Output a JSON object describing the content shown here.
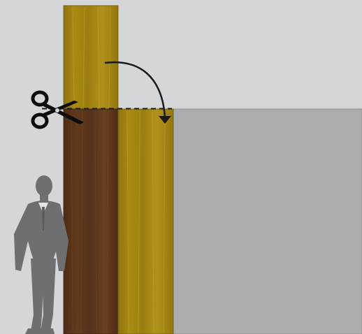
{
  "diagram": {
    "description_text": "",
    "elements": [
      {
        "name": "background-wall",
        "color": "#d5d6d8"
      },
      {
        "name": "gray-panel",
        "color": "#acadb1"
      },
      {
        "name": "gold-strip",
        "color": "#a28410"
      },
      {
        "name": "dark-wood-strip",
        "color": "#5a3418"
      },
      {
        "name": "cut-line",
        "style": "dashed"
      },
      {
        "name": "scissors-icon"
      },
      {
        "name": "fold-arrow-icon"
      },
      {
        "name": "person-silhouette-icon",
        "color": "#6f6f71"
      }
    ]
  }
}
